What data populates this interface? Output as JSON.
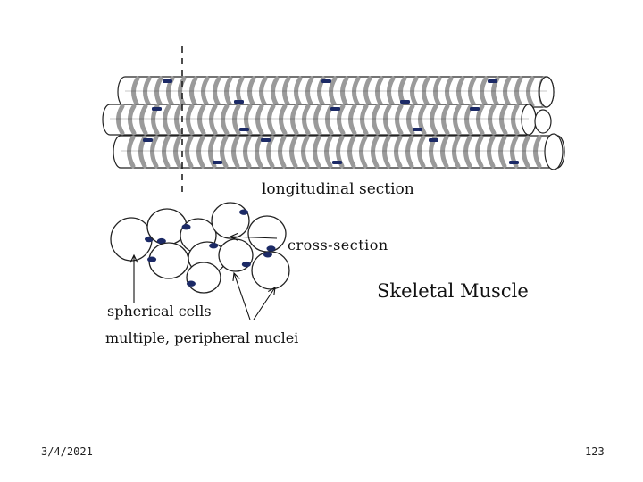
{
  "diagram": {
    "longitudinal_label": "longitudinal section",
    "cross_label": "cross-section",
    "title": "Skeletal Muscle",
    "spherical_label": "spherical cells",
    "nuclei_label": "multiple, peripheral nuclei"
  },
  "footer": {
    "date": "3/4/2021",
    "page": "123"
  },
  "colors": {
    "striation": "#9a9a9a",
    "nucleus": "#1c2a66",
    "outline": "#222222"
  }
}
